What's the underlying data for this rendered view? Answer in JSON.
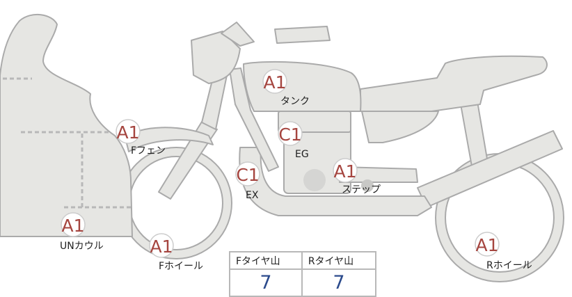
{
  "parts": [
    {
      "id": "tank",
      "grade": "A1",
      "label": "タンク"
    },
    {
      "id": "f-fender",
      "grade": "A1",
      "label": "Fフェン"
    },
    {
      "id": "eg",
      "grade": "C1",
      "label": "EG"
    },
    {
      "id": "ex",
      "grade": "C1",
      "label": "EX"
    },
    {
      "id": "step",
      "grade": "A1",
      "label": "ステップ"
    },
    {
      "id": "un-cowl",
      "grade": "A1",
      "label": "UNカウル"
    },
    {
      "id": "f-wheel",
      "grade": "A1",
      "label": "Fホイール"
    },
    {
      "id": "r-wheel",
      "grade": "A1",
      "label": "Rホイール"
    }
  ],
  "tire_table": {
    "headers": [
      "Fタイヤ山",
      "Rタイヤ山"
    ],
    "values": [
      "7",
      "7"
    ]
  },
  "colors": {
    "body_fill": "#e6e6e3",
    "outline": "#aaaaaa",
    "grade_text": "#a5453f",
    "value_text": "#2b4a8c"
  }
}
